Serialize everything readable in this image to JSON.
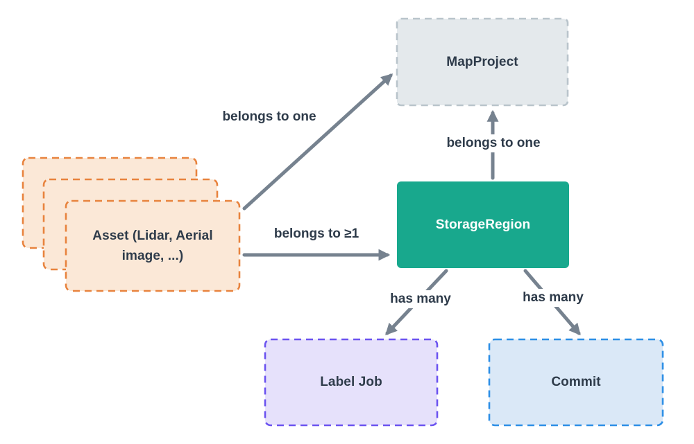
{
  "nodes": {
    "asset": {
      "label": "Asset (Lidar, Aerial image, ...)",
      "shape": "stacked-cards",
      "stack_count": 3,
      "border_style": "dashed"
    },
    "map_project": {
      "label": "MapProject",
      "border_style": "dashed"
    },
    "storage_region": {
      "label": "StorageRegion",
      "border_style": "solid"
    },
    "label_job": {
      "label": "Label Job",
      "border_style": "dashed"
    },
    "commit": {
      "label": "Commit",
      "border_style": "dashed"
    }
  },
  "edges": {
    "asset_to_map_project": {
      "label": "belongs to one",
      "from": "asset",
      "to": "map_project"
    },
    "asset_to_storage_region": {
      "label": "belongs to ≥1",
      "from": "asset",
      "to": "storage_region"
    },
    "storage_region_to_map_project": {
      "label": "belongs to one",
      "from": "storage_region",
      "to": "map_project"
    },
    "storage_region_to_label_job": {
      "label": "has many",
      "from": "storage_region",
      "to": "label_job"
    },
    "storage_region_to_commit": {
      "label": "has many",
      "from": "storage_region",
      "to": "commit"
    }
  },
  "colors": {
    "background": "#ffffff",
    "ink": "#2e3b4a",
    "arrow": "#76828f",
    "asset-fill": "#fbe8d7",
    "asset-border": "#e8833e",
    "map-fill": "#e4e9ec",
    "map-border": "#b9c4cb",
    "storage-fill": "#18a88d",
    "storage-text": "#ffffff",
    "labeljob-fill": "#e6e1fb",
    "labeljob-border": "#6b53f0",
    "commit-fill": "#dae8f7",
    "commit-border": "#2d8fe6"
  }
}
